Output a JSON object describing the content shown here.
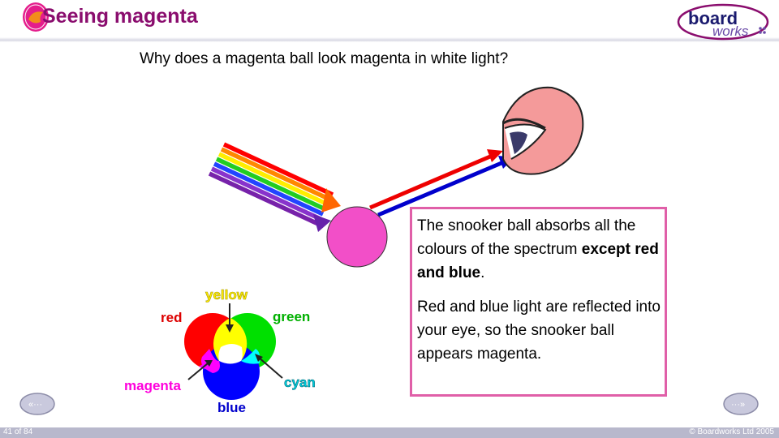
{
  "header": {
    "title": "Seeing magenta",
    "logo_text_top": "board",
    "logo_text_bottom": "works"
  },
  "main": {
    "question": "Why does a magenta ball look magenta in white light?",
    "info": {
      "line1_part1": "The snooker ball absorbs all the colours of the spectrum ",
      "line1_bold": "except red and blue",
      "line1_end": ".",
      "line2": "Red and blue light are reflected into your eye, so the snooker ball appears magenta."
    },
    "venn": {
      "red": "red",
      "green": "green",
      "blue": "blue",
      "yellow": "yellow",
      "cyan": "cyan",
      "magenta": "magenta"
    }
  },
  "footer": {
    "page": "41 of 84",
    "copyright": "© Boardworks Ltd 2005"
  },
  "colors": {
    "title": "#8a0d6e",
    "ball": "#f24fc8",
    "red": "#ff0000",
    "green": "#00e000",
    "blue": "#0000ff",
    "yellow": "#ffff00",
    "cyan": "#00ffff",
    "magenta": "#ff00ff",
    "box_border": "#e05fa8"
  }
}
